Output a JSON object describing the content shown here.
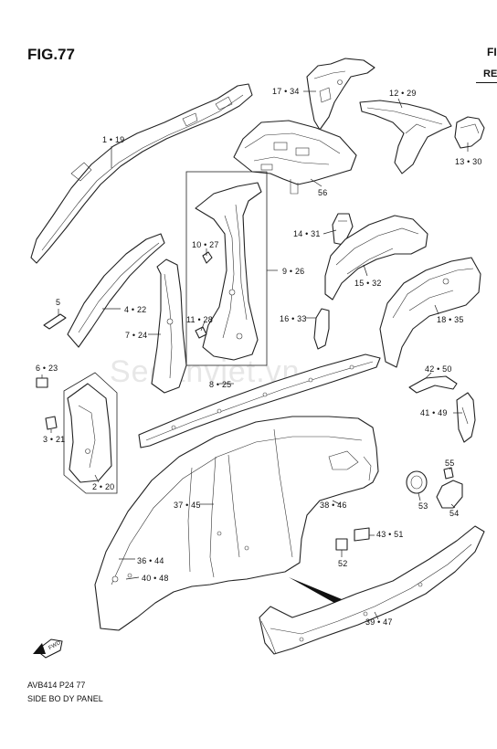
{
  "header": {
    "figure_label": "FIG.77",
    "figure_label_cut": "FI",
    "ref_label_cut": "RE"
  },
  "watermark": "Sedanviet.vn",
  "callouts": [
    {
      "id": "c-1-19",
      "text": "1 • 19"
    },
    {
      "id": "c-17-34",
      "text": "17 • 34"
    },
    {
      "id": "c-12-29",
      "text": "12 • 29"
    },
    {
      "id": "c-13-30",
      "text": "13 • 30"
    },
    {
      "id": "c-56",
      "text": "56"
    },
    {
      "id": "c-14-31",
      "text": "14 • 31"
    },
    {
      "id": "c-10-27",
      "text": "10 • 27"
    },
    {
      "id": "c-9-26",
      "text": "9 • 26"
    },
    {
      "id": "c-15-32",
      "text": "15 • 32"
    },
    {
      "id": "c-5",
      "text": "5"
    },
    {
      "id": "c-4-22",
      "text": "4 • 22"
    },
    {
      "id": "c-11-28",
      "text": "11 • 28"
    },
    {
      "id": "c-16-33",
      "text": "16 • 33"
    },
    {
      "id": "c-18-35",
      "text": "18 • 35"
    },
    {
      "id": "c-7-24",
      "text": "7 • 24"
    },
    {
      "id": "c-6-23",
      "text": "6 • 23"
    },
    {
      "id": "c-8-25",
      "text": "8 • 25"
    },
    {
      "id": "c-42-50",
      "text": "42 • 50"
    },
    {
      "id": "c-41-49",
      "text": "41 • 49"
    },
    {
      "id": "c-3-21",
      "text": "3 • 21"
    },
    {
      "id": "c-55",
      "text": "55"
    },
    {
      "id": "c-2-20",
      "text": "2 • 20"
    },
    {
      "id": "c-37-45",
      "text": "37 • 45"
    },
    {
      "id": "c-38-46",
      "text": "38 • 46"
    },
    {
      "id": "c-53",
      "text": "53"
    },
    {
      "id": "c-54",
      "text": "54"
    },
    {
      "id": "c-43-51",
      "text": "43 • 51"
    },
    {
      "id": "c-36-44",
      "text": "36 • 44"
    },
    {
      "id": "c-52",
      "text": "52"
    },
    {
      "id": "c-40-48",
      "text": "40 • 48"
    },
    {
      "id": "c-39-47",
      "text": "39 • 47"
    }
  ],
  "front_marker": "FWD",
  "footer": {
    "code": "AVB414 P24 77",
    "title": "SIDE BO DY PANEL"
  }
}
